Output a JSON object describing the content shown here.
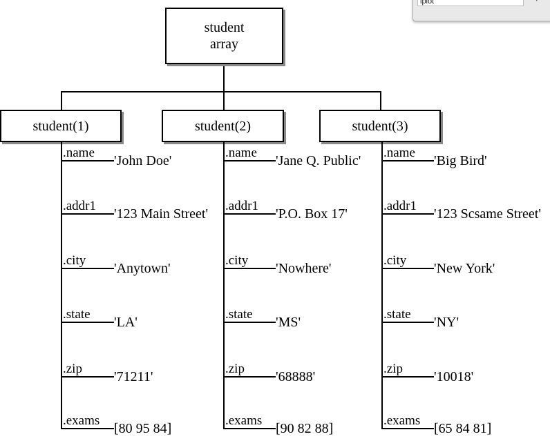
{
  "root": {
    "line1": "student",
    "line2": "array"
  },
  "students": [
    {
      "label": "student(1)",
      "fields": [
        {
          "name": ".name",
          "value": "'John Doe'"
        },
        {
          "name": ".addr1",
          "value": "'123 Main Street'"
        },
        {
          "name": ".city",
          "value": "'Anytown'"
        },
        {
          "name": ".state",
          "value": "'LA'"
        },
        {
          "name": ".zip",
          "value": "'71211'"
        },
        {
          "name": ".exams",
          "value": "[80 95 84]"
        }
      ]
    },
    {
      "label": "student(2)",
      "fields": [
        {
          "name": ".name",
          "value": "'Jane Q. Public'"
        },
        {
          "name": ".addr1",
          "value": "'P.O. Box 17'"
        },
        {
          "name": ".city",
          "value": "'Nowhere'"
        },
        {
          "name": ".state",
          "value": "'MS'"
        },
        {
          "name": ".zip",
          "value": "'68888'"
        },
        {
          "name": ".exams",
          "value": "[90 82 88]"
        }
      ]
    },
    {
      "label": "student(3)",
      "fields": [
        {
          "name": ".name",
          "value": "'Big Bird'"
        },
        {
          "name": ".addr1",
          "value": "'123 Scsame Street'"
        },
        {
          "name": ".city",
          "value": "'New York'"
        },
        {
          "name": ".state",
          "value": "'NY'"
        },
        {
          "name": ".zip",
          "value": "'10018'"
        },
        {
          "name": ".exams",
          "value": "[65 84 81]"
        }
      ]
    }
  ],
  "corner_window": {
    "input_text": "iplot"
  }
}
